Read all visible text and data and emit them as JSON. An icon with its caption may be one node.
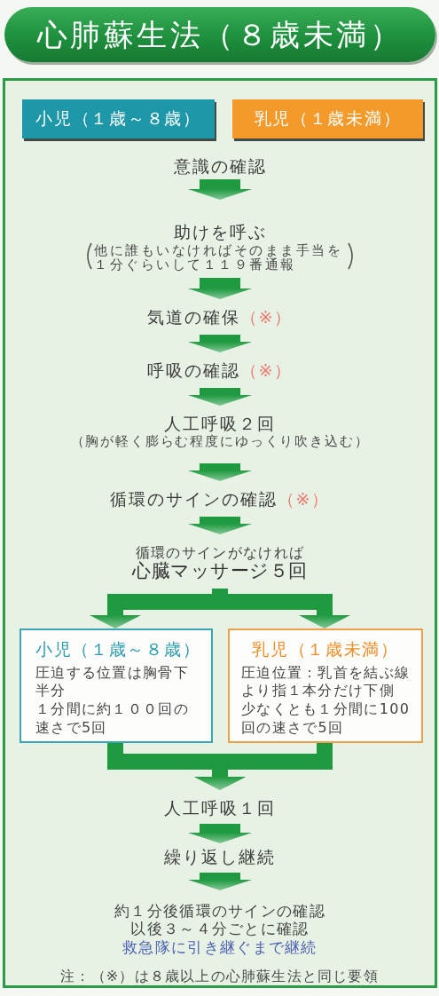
{
  "diagram": {
    "title": "心肺蘇生法（８歳未満）",
    "nodes": [
      {
        "text": [
          "意識の確認"
        ]
      },
      {
        "text": [
          "助けを呼ぶ",
          "他に誰もいなければそのまま手当を１分ぐらいして１１９番通報"
        ]
      },
      {
        "text": [
          "気道の確保",
          "（※）"
        ]
      },
      {
        "text": [
          "呼吸の確認",
          "（※）"
        ]
      },
      {
        "text": [
          "人工呼吸２回",
          "（胸が軽く膨らむ程度にゆっくり吹き込む）"
        ]
      },
      {
        "text": [
          "循環のサインの確認",
          "（※）"
        ]
      },
      {
        "text": [
          "循環のサインがなければ",
          "心臓マッサージ５回"
        ]
      },
      {
        "text": [
          "小児（１歳～８歳）",
          "圧迫する位置は胸骨下半分",
          "１分間に約１００回の速さで5回"
        ]
      },
      {
        "text": [
          "乳児（１歳未満）",
          "圧迫位置：乳首を結ぶ線より指１本分だけ下側",
          "少なくとも１分間に100回の速さで5回"
        ]
      },
      {
        "text": [
          "人工呼吸１回"
        ]
      },
      {
        "text": [
          "繰り返し継続"
        ]
      },
      {
        "text": [
          "約１分後循環のサインの確認",
          "以後３～４分ごとに確認",
          "救急隊に引き継ぐまで継続"
        ]
      }
    ],
    "edges": [
      {
        "from": 0,
        "to": 1,
        "arrow": "to"
      },
      {
        "from": 1,
        "to": 2,
        "arrow": "to"
      },
      {
        "from": 2,
        "to": 3,
        "arrow": "to"
      },
      {
        "from": 3,
        "to": 4,
        "arrow": "to"
      },
      {
        "from": 4,
        "to": 5,
        "arrow": "to"
      },
      {
        "from": 5,
        "to": 6,
        "arrow": "to"
      },
      {
        "from": 6,
        "to": 7,
        "arrow": "to"
      },
      {
        "from": 6,
        "to": 8,
        "arrow": "to"
      },
      {
        "from": 7,
        "to": 9,
        "arrow": "to"
      },
      {
        "from": 8,
        "to": 9,
        "arrow": "to"
      },
      {
        "from": 9,
        "to": 10,
        "arrow": "to"
      },
      {
        "from": 10,
        "to": 11,
        "arrow": "to"
      }
    ],
    "labels": [
      "注：（※）は８歳以上の心肺蘇生法と同じ要領"
    ],
    "legend": [
      {
        "text": "小児（１歳～８歳）",
        "color": "#1e97a8"
      },
      {
        "text": "乳児（１歳未満）",
        "color": "#f39a2b"
      }
    ]
  }
}
